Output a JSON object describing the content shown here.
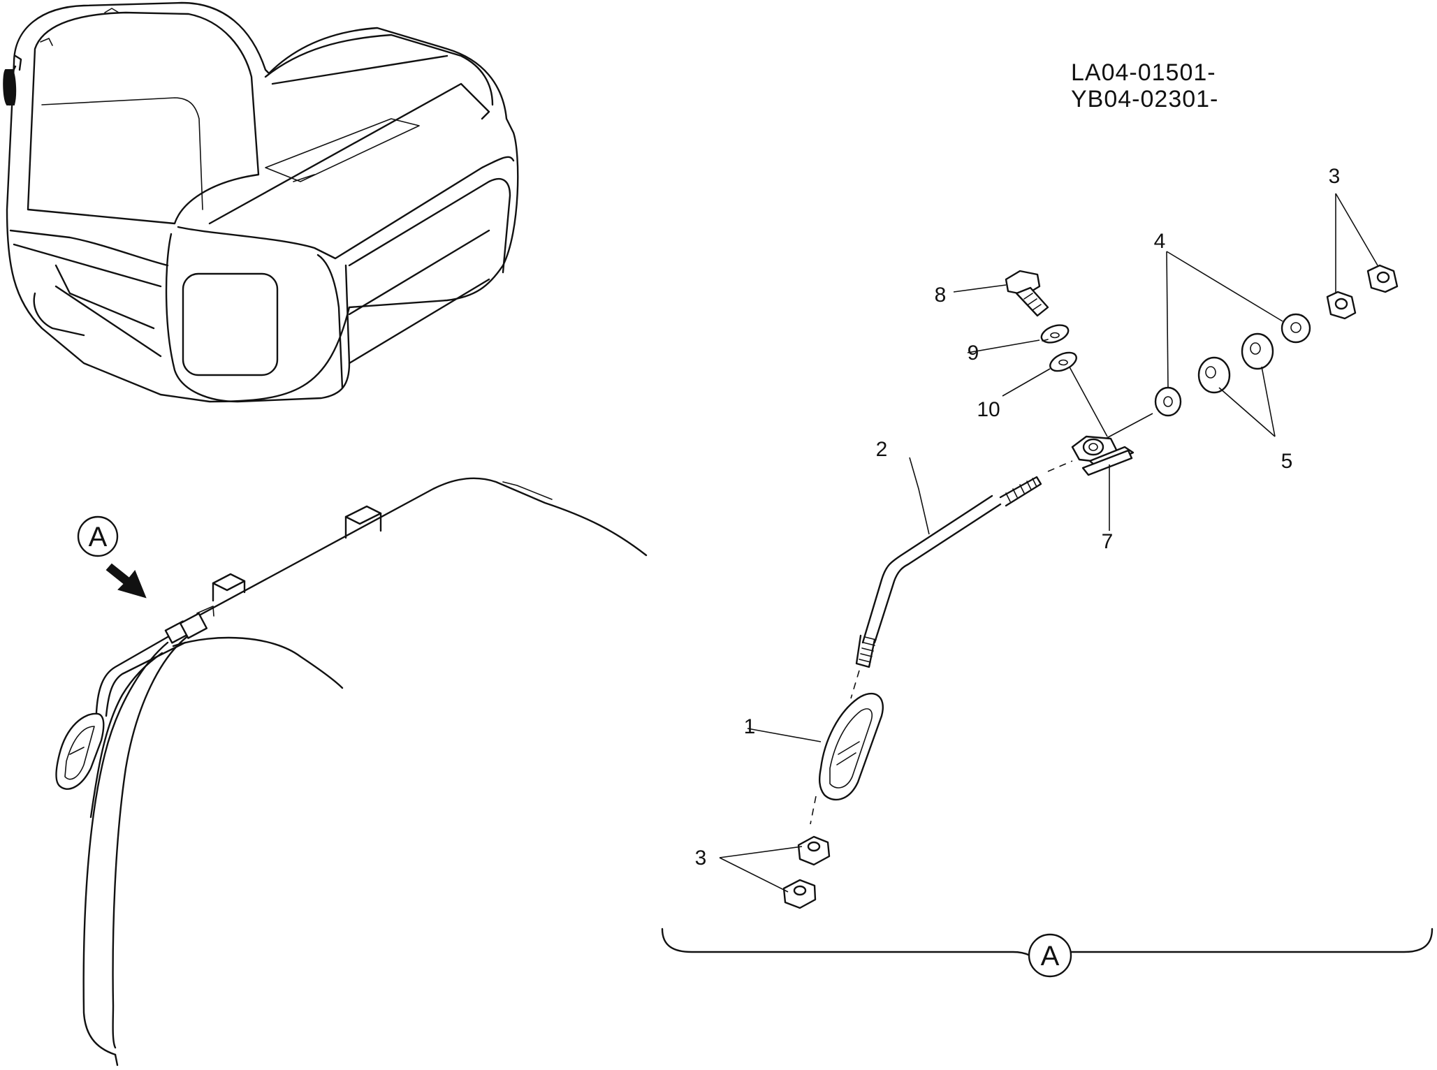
{
  "serial_codes": [
    "LA04-01501-",
    "YB04-02301-"
  ],
  "view_marker": "A",
  "callouts": {
    "c1": "1",
    "c2": "2",
    "c3_top": "3",
    "c3_bottom": "3",
    "c4": "4",
    "c5": "5",
    "c7": "7",
    "c8": "8",
    "c9": "9",
    "c10": "10"
  }
}
